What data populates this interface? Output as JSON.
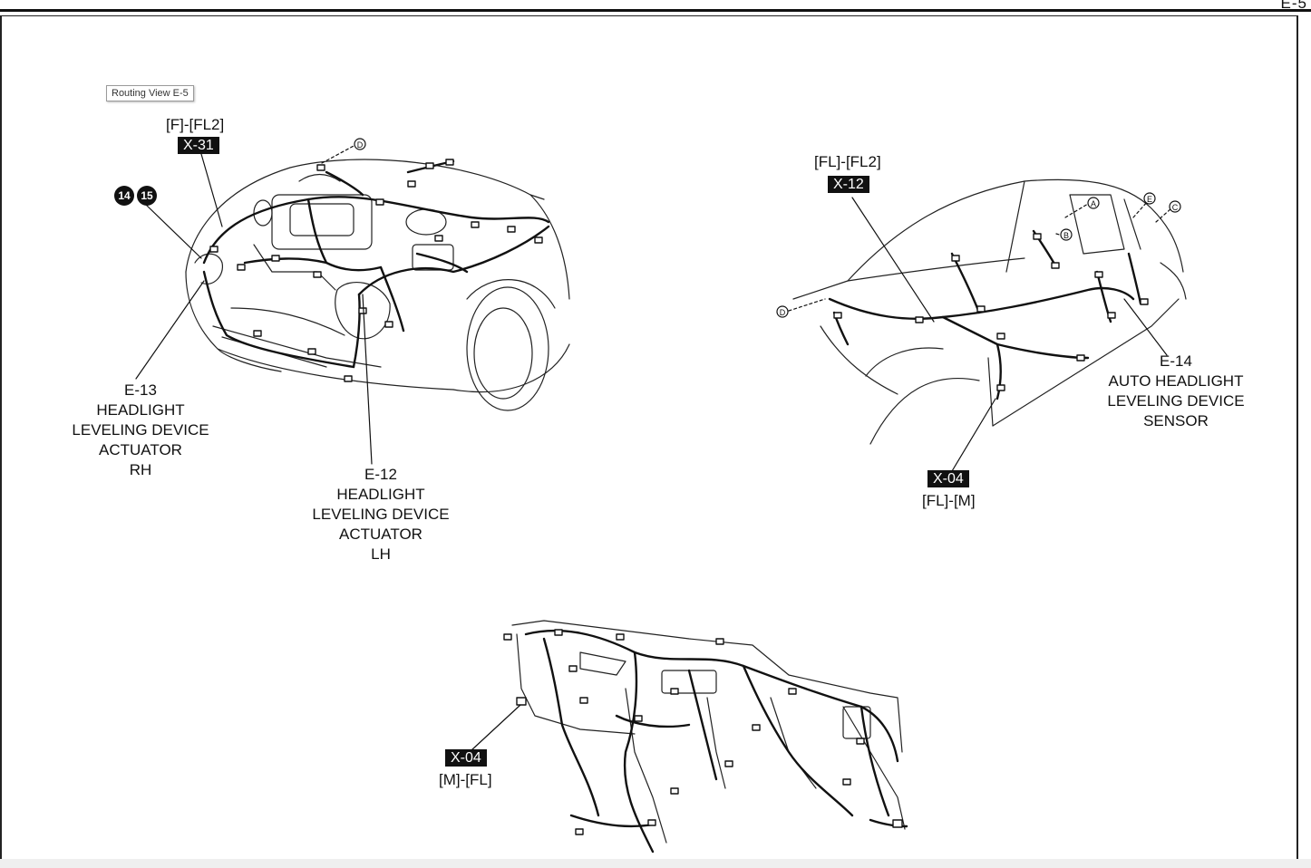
{
  "page": {
    "id": "E-5"
  },
  "tooltip": {
    "text": "Routing View E-5"
  },
  "front_view": {
    "x31_harness": "[F]-[FL2]",
    "x31_connector": "X-31",
    "callout_14": "14",
    "callout_15": "15",
    "marker_d": "D",
    "e13": {
      "code": "E-13",
      "line1": "HEADLIGHT",
      "line2": "LEVELING DEVICE",
      "line3": "ACTUATOR",
      "line4": "RH"
    },
    "e12": {
      "code": "E-12",
      "line1": "HEADLIGHT",
      "line2": "LEVELING DEVICE",
      "line3": "ACTUATOR",
      "line4": "LH"
    }
  },
  "side_view": {
    "x12_harness": "[FL]-[FL2]",
    "x12_connector": "X-12",
    "marker_a": "A",
    "marker_b": "B",
    "marker_c": "C",
    "marker_d": "D",
    "marker_e": "E",
    "e14": {
      "code": "E-14",
      "line1": "AUTO HEADLIGHT",
      "line2": "LEVELING DEVICE",
      "line3": "SENSOR"
    },
    "x04_connector": "X-04",
    "x04_harness": "[FL]-[M]"
  },
  "dash_view": {
    "x04_connector": "X-04",
    "x04_harness": "[M]-[FL]"
  }
}
